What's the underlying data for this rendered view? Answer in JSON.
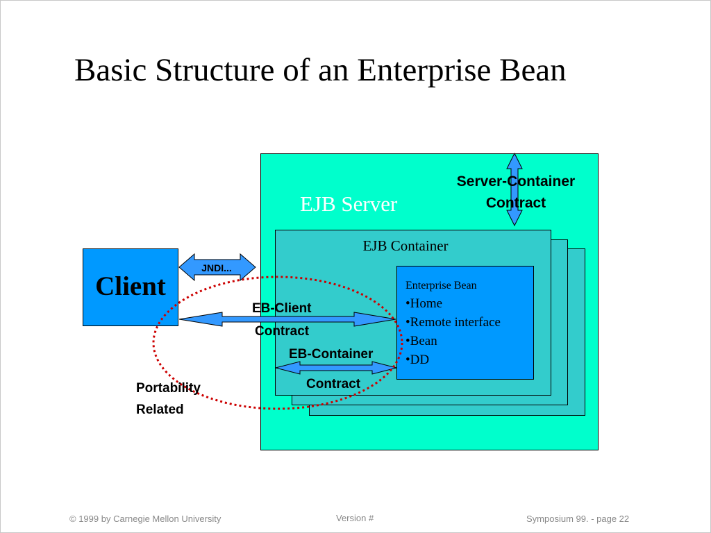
{
  "slide": {
    "title": "Basic Structure of an Enterprise Bean"
  },
  "diagram": {
    "server_label": "EJB Server",
    "container_label": "EJB Container",
    "bean": {
      "title": "Enterprise Bean",
      "items": [
        "•Home",
        "•Remote interface",
        "•Bean",
        "•DD"
      ]
    },
    "client_label": "Client",
    "server_container_contract": "Server-Container Contract",
    "jndi_label": "JNDI...",
    "eb_client_label": "EB-Client",
    "eb_client_contract_label": "Contract",
    "eb_container_label": "EB-Container",
    "eb_container_contract_label": "Contract",
    "portability_label": "Portability Related",
    "colors": {
      "server": "#00ffcc",
      "container": "#33cccc",
      "bean": "#0099ff",
      "client": "#0099ff",
      "arrow": "#3399ff",
      "dotted_ellipse": "#cc0000"
    }
  },
  "footer": {
    "copyright": "© 1999 by Carnegie Mellon University",
    "version": "Version #",
    "page": "Symposium 99. - page 22"
  }
}
